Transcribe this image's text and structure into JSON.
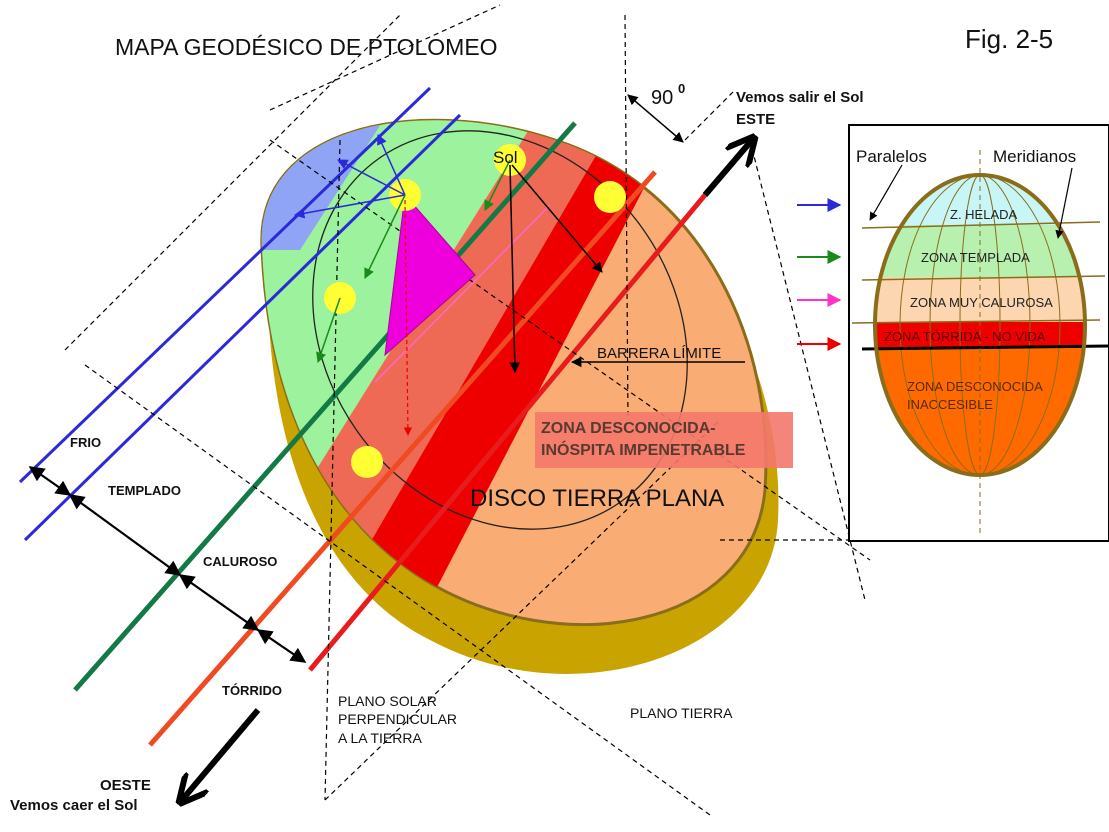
{
  "title": "MAPA GEODÉSICO DE PTOLOMEO",
  "figure_label": "Fig. 2-5",
  "angle": {
    "value": "90",
    "superscript": "0"
  },
  "directions": {
    "east_line1": "Vemos salir el Sol",
    "east_line2": "ESTE",
    "west_line1": "OESTE",
    "west_line2": "Vemos caer el Sol"
  },
  "sun_label": "Sol",
  "barrier_label": "BARRERA LÍMITE",
  "unknown_zone_line1": "ZONA DESCONOCIDA-",
  "unknown_zone_line2": "INÓSPITA IMPENETRABLE",
  "disc_label": "DISCO TIERRA PLANA",
  "bands": {
    "frio": "FRIO",
    "templado": "TEMPLADO",
    "caluroso": "CALUROSO",
    "torrido": "TÓRRIDO"
  },
  "planes": {
    "solar_line1": "PLANO SOLAR",
    "solar_line2": "PERPENDICULAR",
    "solar_line3": "A LA TIERRA",
    "earth": "PLANO TIERRA"
  },
  "inset": {
    "paralelos": "Paralelos",
    "meridianos": "Meridianos",
    "zones": {
      "helada": "Z. HELADA",
      "templada": "ZONA TEMPLADA",
      "calurosa": "ZONA MUY CALUROSA",
      "torrida": "ZONA TÓRRIDA - NO VIDA",
      "desconocida_line1": "ZONA DESCONOCIDA",
      "desconocida_line2": "INACCESIBLE"
    }
  },
  "colors": {
    "frio_line": "#2a2ad8",
    "templado_line": "#137a45",
    "caluroso_line": "#f04a22",
    "torrido_line": "#e81c1c",
    "disc_rim": "#c9a400",
    "cold_zone": "#9df29d",
    "warm_zone": "#ef6a55",
    "unknown_zone": "#f9ac74",
    "barrier": "#ee0000",
    "sun": "#ffff33",
    "triangle": "#ee00dd",
    "ice": "#c8f6f6",
    "inset_unknown": "#ff6a00"
  }
}
